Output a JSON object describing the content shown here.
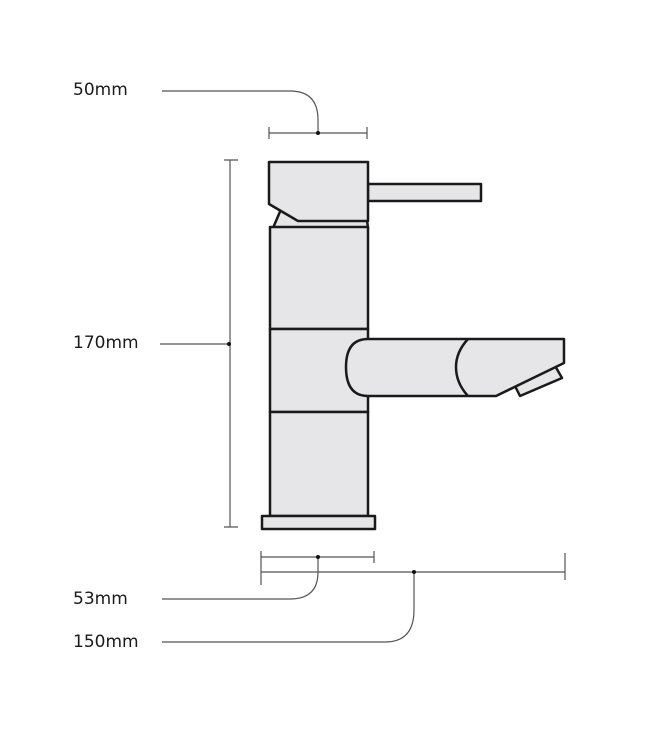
{
  "dimensions": {
    "width_top": "50mm",
    "height": "170mm",
    "base_width": "53mm",
    "reach": "150mm"
  },
  "colors": {
    "fill": "#e6e6e8",
    "stroke": "#1a1a1a",
    "dim_line": "#555555"
  }
}
